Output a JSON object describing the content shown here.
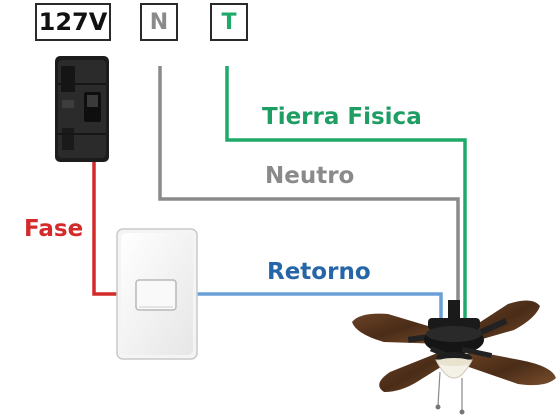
{
  "terminals": {
    "voltage": "127V",
    "neutral": "N",
    "ground": "T"
  },
  "wires": {
    "ground_label": "Tierra Fisica",
    "neutral_label": "Neutro",
    "phase_label": "Fase",
    "return_label": "Retorno"
  },
  "colors": {
    "ground": "#1faa6a",
    "neutral": "#8a8a8a",
    "phase": "#d42a2a",
    "return": "#6aa0d6",
    "return_text": "#2666a8"
  },
  "icons": {
    "breaker": "circuit-breaker-icon",
    "switch": "wall-switch-icon",
    "fan": "ceiling-fan-icon"
  }
}
